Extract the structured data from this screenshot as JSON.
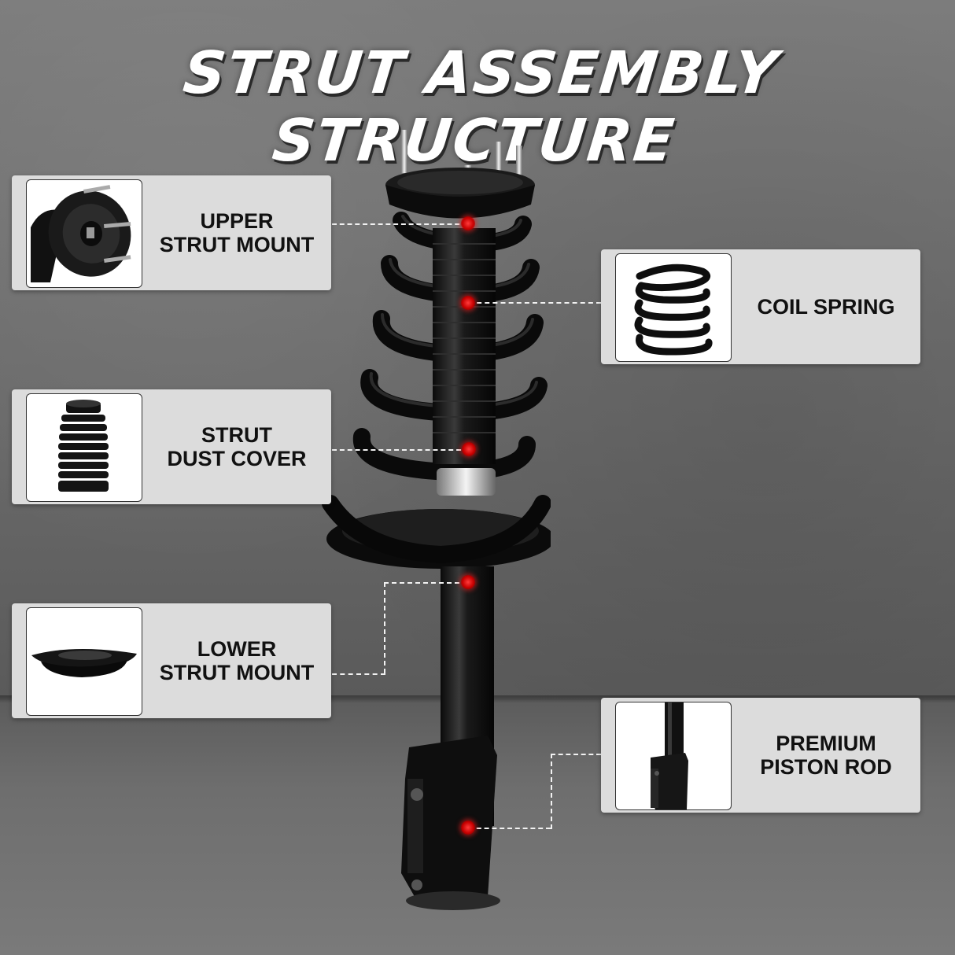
{
  "title": "STRUT ASSEMBLY STRUCTURE",
  "accent_color": "#e01010",
  "parts": {
    "upper_strut_mount": {
      "lines": [
        "UPPER",
        "STRUT MOUNT"
      ],
      "icon": "upper-strut-mount-image"
    },
    "coil_spring": {
      "lines": [
        "COIL SPRING"
      ],
      "icon": "coil-spring-image"
    },
    "strut_dust_cover": {
      "lines": [
        "STRUT",
        "DUST COVER"
      ],
      "icon": "dust-cover-image"
    },
    "lower_strut_mount": {
      "lines": [
        "LOWER",
        "STRUT MOUNT"
      ],
      "icon": "lower-strut-mount-image"
    },
    "premium_piston_rod": {
      "lines": [
        "PREMIUM",
        "PISTON ROD"
      ],
      "icon": "piston-rod-image"
    }
  }
}
